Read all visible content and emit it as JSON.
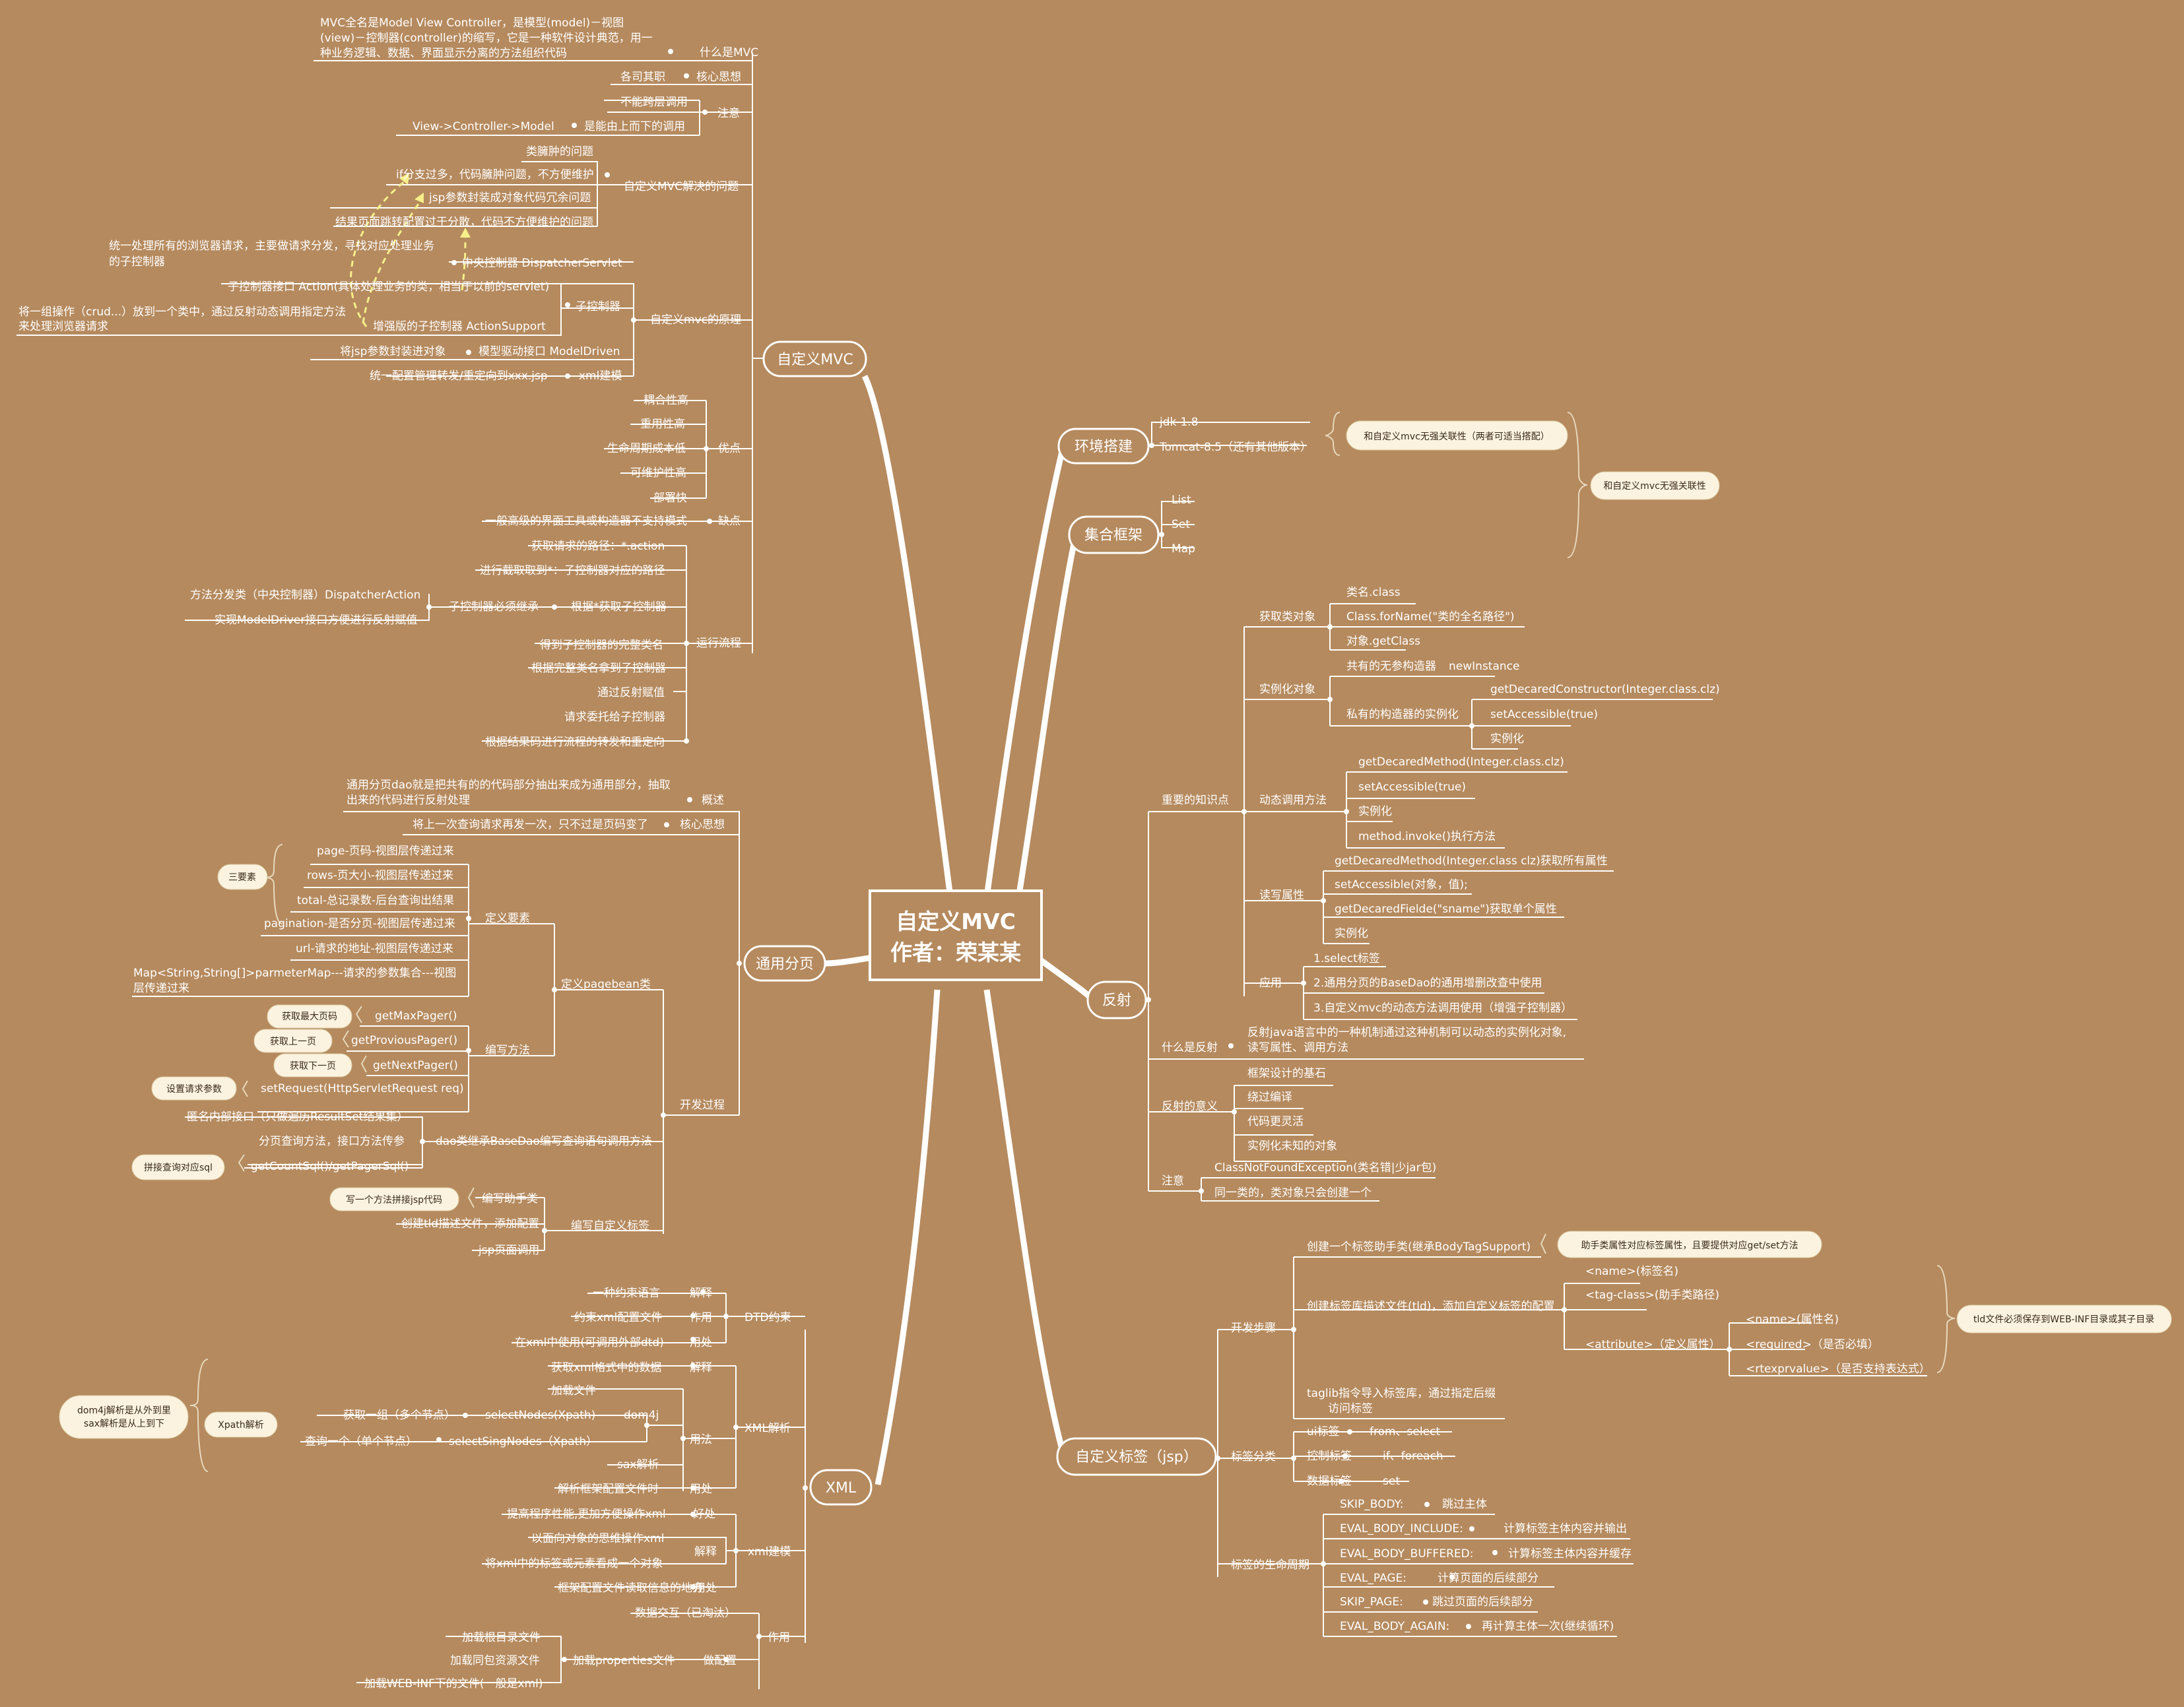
{
  "central": {
    "line1": "自定义MVC",
    "line2": "作者：荣某某"
  },
  "branches": {
    "mvc": "自定义MVC",
    "page": "通用分页",
    "xml": "XML",
    "env": "环境搭建",
    "coll": "集合框架",
    "refl": "反射",
    "tag": "自定义标签（jsp）"
  },
  "mvc": {
    "what": "什么是MVC",
    "what_d1": "MVC全名是Model View Controller，是模型(model)－视图",
    "what_d2": "(view)－控制器(controller)的缩写，它是一种软件设计典范，用一",
    "what_d3": "种业务逻辑、数据、界面显示分离的方法组织代码",
    "core": "核心思想",
    "core_d": "各司其职",
    "note": "注意",
    "note_a": "不能跨层调用",
    "note_b": "是能由上而下的调用",
    "note_b2": "View->Controller->Model",
    "solve": "自定义MVC解决的问题",
    "s1": "类臃肿的问题",
    "s2": "if分支过多，代码臃肿问题，不方便维护",
    "s3": "jsp参数封装成对象代码冗余问题",
    "s4": "结果页面跳转配置过于分散，代码不方便维护的问题",
    "prin": "自定义mvc的原理",
    "p_central": "中央控制器 DispatcherServlet",
    "p_central_d1": "统一处理所有的浏览器请求，主要做请求分发，寻找对应处理业务",
    "p_central_d2": "的子控制器",
    "p_sub": "子控制器",
    "p_sub1": "子控制器接口 Action(具体处理业务的类，相当于以前的servlet)",
    "p_sub2": "增强版的子控制器 ActionSupport",
    "p_sub2_d1": "将一组操作（crud...）放到一个类中，通过反射动态调用指定方法",
    "p_sub2_d2": "来处理浏览器请求",
    "p_model": "模型驱动接口 ModelDriven",
    "p_model_d": "将jsp参数封装进对象",
    "p_xml": "xml建模",
    "p_xml_d": "统一配置管理转发/重定向到xxx.jsp",
    "adv": "优点",
    "a1": "耦合性高",
    "a2": "重用性高",
    "a3": "生命周期成本低",
    "a4": "可维护性高",
    "a5": "部署快",
    "dis": "缺点",
    "dis_d": "一般高级的界面工具或构造器不支持模式",
    "flow": "运行流程",
    "f1": "获取请求的路径：*.action",
    "f2": "进行截取取到*：子控制器对应的路径",
    "f3": "根据*获取子控制器",
    "f3a": "子控制器必须继承",
    "f3a1": "方法分发类（中央控制器）DispatcherAction",
    "f3a2": "实现ModelDriver接口方便进行反射赋值",
    "f4": "得到子控制器的完整类名",
    "f5": "根据完整类名拿到子控制器",
    "f6": "通过反射赋值",
    "f7": "请求委托给子控制器",
    "f8": "根据结果码进行流程的转发和重定向"
  },
  "page": {
    "gai": "概述",
    "gai_d1": "通用分页dao就是把共有的的代码部分抽出来成为通用部分，抽取",
    "gai_d2": "出来的代码进行反射处理",
    "core": "核心思想",
    "core_d": "将上一次查询请求再发一次，只不过是页码变了",
    "dev": "开发过程",
    "def": "定义pagebean类",
    "elem": "定义要素",
    "e1": "page-页码-视图层传递过来",
    "e2": "rows-页大小-视图层传递过来",
    "e3": "total-总记录数-后台查询出结果",
    "e4": "pagination-是否分页-视图层传递过来",
    "e5": "url-请求的地址-视图层传递过来",
    "e6a": "Map<String,String[]>parmeterMap---请求的参数集合---视图",
    "e6b": "层传递过来",
    "three": "三要素",
    "method": "编写方法",
    "m1": "getMaxPager()",
    "m1b": "获取最大页码",
    "m2": "getProviousPager()",
    "m2b": "获取上一页",
    "m3": "getNextPager()",
    "m3b": "获取下一页",
    "m4": "setRequest(HttpServletRequest req)",
    "m4b": "设置请求参数",
    "dao": "dao类继承BaseDao编写查询语句调用方法",
    "dao1": "匿名内部接口（只做遍历ResultSet结果集）",
    "dao2": "分页查询方法，接口方法传参",
    "dao3": "getCountSql()/getPagerSql()",
    "dao3b": "拼接查询对应sql",
    "tag": "编写自定义标签",
    "t1": "编写助手类",
    "t1b": "写一个方法拼接jsp代码",
    "t2": "创建tld描述文件，添加配置",
    "t3": "jsp页面调用"
  },
  "xml": {
    "dtd": "DTD约束",
    "d1": "解释",
    "d1v": "一种约束语言",
    "d2": "作用",
    "d2v": "约束xml配置文件",
    "d3": "用处",
    "d3v": "在xml中使用(可调用外部dtd)",
    "parse": "XML解析",
    "x1": "解释",
    "x1v": "获取xml格式中的数据",
    "x2": "用法",
    "x2a": "加载文件",
    "x2b": "dom4j",
    "x2b1": "获取一组（多个节点）",
    "x2b1v": "selectNodes(Xpath)",
    "x2b2": "查询一个（单个节点）",
    "x2b2v": "selectSingNodes（Xpath）",
    "x2c": "sax解析",
    "xpath": "Xpath解析",
    "dom4j_d1": "dom4j解析是从外到里",
    "dom4j_d2": "sax解析是从上到下",
    "x3": "用处",
    "x3v": "解析框架配置文件时",
    "mod": "xml建模",
    "m0": "好处",
    "m0v": "提高程序性能,更加方便操作xml",
    "m1": "解释",
    "m1a": "以面向对象的思维操作xml",
    "m1b": "将xml中的标签或元素看成一个对象",
    "m2": "用处",
    "m2v": "框架配置文件读取信息的地方",
    "use": "作用",
    "u1": "数据交互（已淘汰）",
    "u2": "做配置",
    "u2a": "加载根目录文件",
    "u2b": "加载properties文件",
    "u2b1": "加载同包资源文件",
    "u2c": "加载WEB-INF下的文件(一般是xml)"
  },
  "env": {
    "jdk": "jdk-1.8",
    "tomcat": "Tomcat-8.5（还有其他版本）",
    "b1": "和自定义mvc无强关联性（两者可适当搭配）",
    "b2": "和自定义mvc无强关联性"
  },
  "coll": {
    "list": "List",
    "set": "Set",
    "map": "Map"
  },
  "refl": {
    "key": "重要的知识点",
    "getcls": "获取类对象",
    "g1": "类名.class",
    "g2": "Class.forName(\"类的全名路径\")",
    "g3": "对象.getClass",
    "inst": "实例化对象",
    "i1": "共有的无参构造器",
    "i1v": "newInstance",
    "i2": "私有的构造器的实例化",
    "i2a": "getDecaredConstructor(Integer.class.clz)",
    "i2b": "setAccessible(true)",
    "i2c": "实例化",
    "dyn": "动态调用方法",
    "dy1": "getDecaredMethod(Integer.class.clz)",
    "dy2": "setAccessible(true)",
    "dy3": "实例化",
    "dy4": "method.invoke()执行方法",
    "rw": "读写属性",
    "rw1": "getDecaredMethod(Integer.class clz)获取所有属性",
    "rw2": "setAccessible(对象，值);",
    "rw3": "getDecaredFielde(\"sname\")获取单个属性",
    "rw4": "实例化",
    "app": "应用",
    "ap1": "1.select标签",
    "ap2": "2.通用分页的BaseDao的通用增删改查中使用",
    "ap3": "3.自定义mvc的动态方法调用使用（增强子控制器）",
    "what": "什么是反射",
    "what_d1": "反射java语言中的一种机制通过这种机制可以动态的实例化对象,",
    "what_d2": "读写属性、调用方法",
    "mean": "反射的意义",
    "me1": "框架设计的基石",
    "me2": "绕过编译",
    "me3": "代码更灵活",
    "me4": "实例化未知的对象",
    "note": "注意",
    "n1": "ClassNotFoundException(类名错|少jar包)",
    "n2": "同一类的，类对象只会创建一个"
  },
  "tag": {
    "steps": "开发步骤",
    "st1": "创建一个标签助手类(继承BodyTagSupport)",
    "st1b": "助手类属性对应标签属性，且要提供对应get/set方法",
    "st2": "创建标签库描述文件(tld)，添加自定义标签的配置",
    "st2a": "<name>(标签名)",
    "st2b": "<tag-class>(助手类路径)",
    "st2c": "<attribute>（定义属性）",
    "st2c1": "<name>(属性名)",
    "st2c2": "<required>（是否必填）",
    "st2c3": "<rtexprvalue>（是否支持表达式）",
    "st2b2": "tld文件必须保存到WEB-INF目录或其子目录",
    "st3a": "taglib指令导入标签库，通过指定后缀",
    "st3b": "访问标签",
    "cat": "标签分类",
    "c1": "ui标签",
    "c1v": "from、select",
    "c2": "控制标签",
    "c2v": "if、foreach",
    "c3": "数据标签",
    "c3v": "set",
    "life": "标签的生命周期",
    "l1": "SKIP_BODY:",
    "l1v": "跳过主体",
    "l2": "EVAL_BODY_INCLUDE:",
    "l2v": "计算标签主体内容并输出",
    "l3": "EVAL_BODY_BUFFERED:",
    "l3v": "计算标签主体内容并缓存",
    "l4": "EVAL_PAGE:",
    "l4v": "计算页面的后续部分",
    "l5": "SKIP_PAGE:",
    "l5v": "跳过页面的后续部分",
    "l6": "EVAL_BODY_AGAIN:",
    "l6v": "再计算主体一次(继续循环)"
  }
}
